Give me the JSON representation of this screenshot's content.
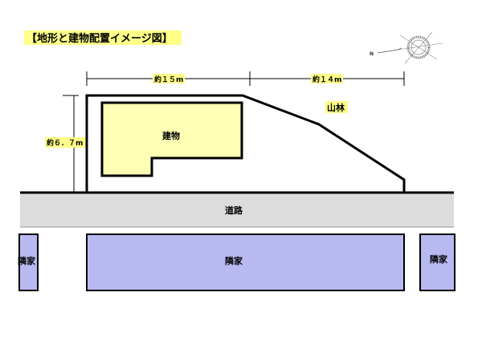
{
  "title": "【地形と建物配置イメージ図】",
  "dimensions": {
    "width_left": "約１５m",
    "width_right": "約１４m",
    "depth": "約６．７m"
  },
  "labels": {
    "building": "建物",
    "forest": "山林",
    "road": "道路",
    "neighbor_left": "隣家",
    "neighbor_center": "隣家",
    "neighbor_right": "隣家",
    "north": "N"
  },
  "colors": {
    "building": "#fefeb4",
    "neighbor": "#b9b9f2",
    "road": "#dcdcdc",
    "highlight": "#ffff88"
  }
}
